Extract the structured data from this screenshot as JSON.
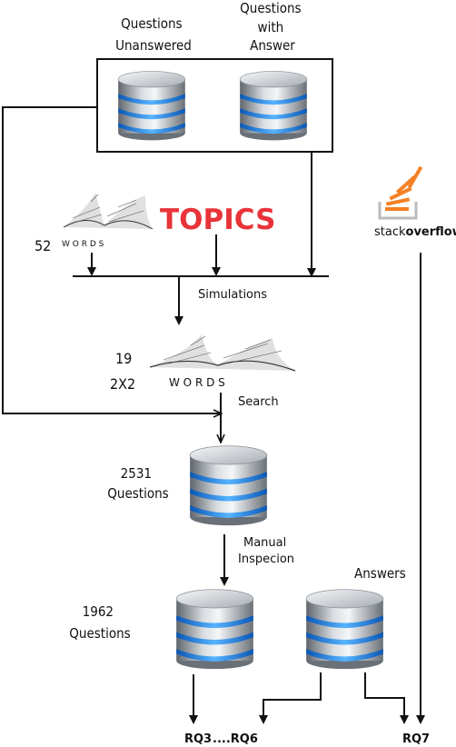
{
  "labels": {
    "questions_unanswered": [
      "Questions",
      "Unanswered"
    ],
    "questions_with_answer": [
      "Questions",
      "with",
      "Answer"
    ],
    "words_count_1": "52",
    "words_text": "W O R D S",
    "topics": "TOPICS",
    "stackoverflow_a": "stack",
    "stackoverflow_b": "overflow",
    "simulations": "Simulations",
    "words_count_2a": "19",
    "words_count_2b": "2X2",
    "search": "Search",
    "q2531": [
      "2531",
      "Questions"
    ],
    "manual": [
      "Manual",
      "Inspecion"
    ],
    "q1962": [
      "1962",
      "Questions"
    ],
    "answers": "Answers",
    "rq3": "RQ3",
    "dots_rq6": "....RQ6",
    "rq7": "RQ7"
  },
  "colors": {
    "topics_red": "#e8333a",
    "so_orange": "#f48024",
    "so_gray": "#bcbbbb",
    "db_blue": "#2a8ee8",
    "db_gray": "#8a8f96"
  }
}
